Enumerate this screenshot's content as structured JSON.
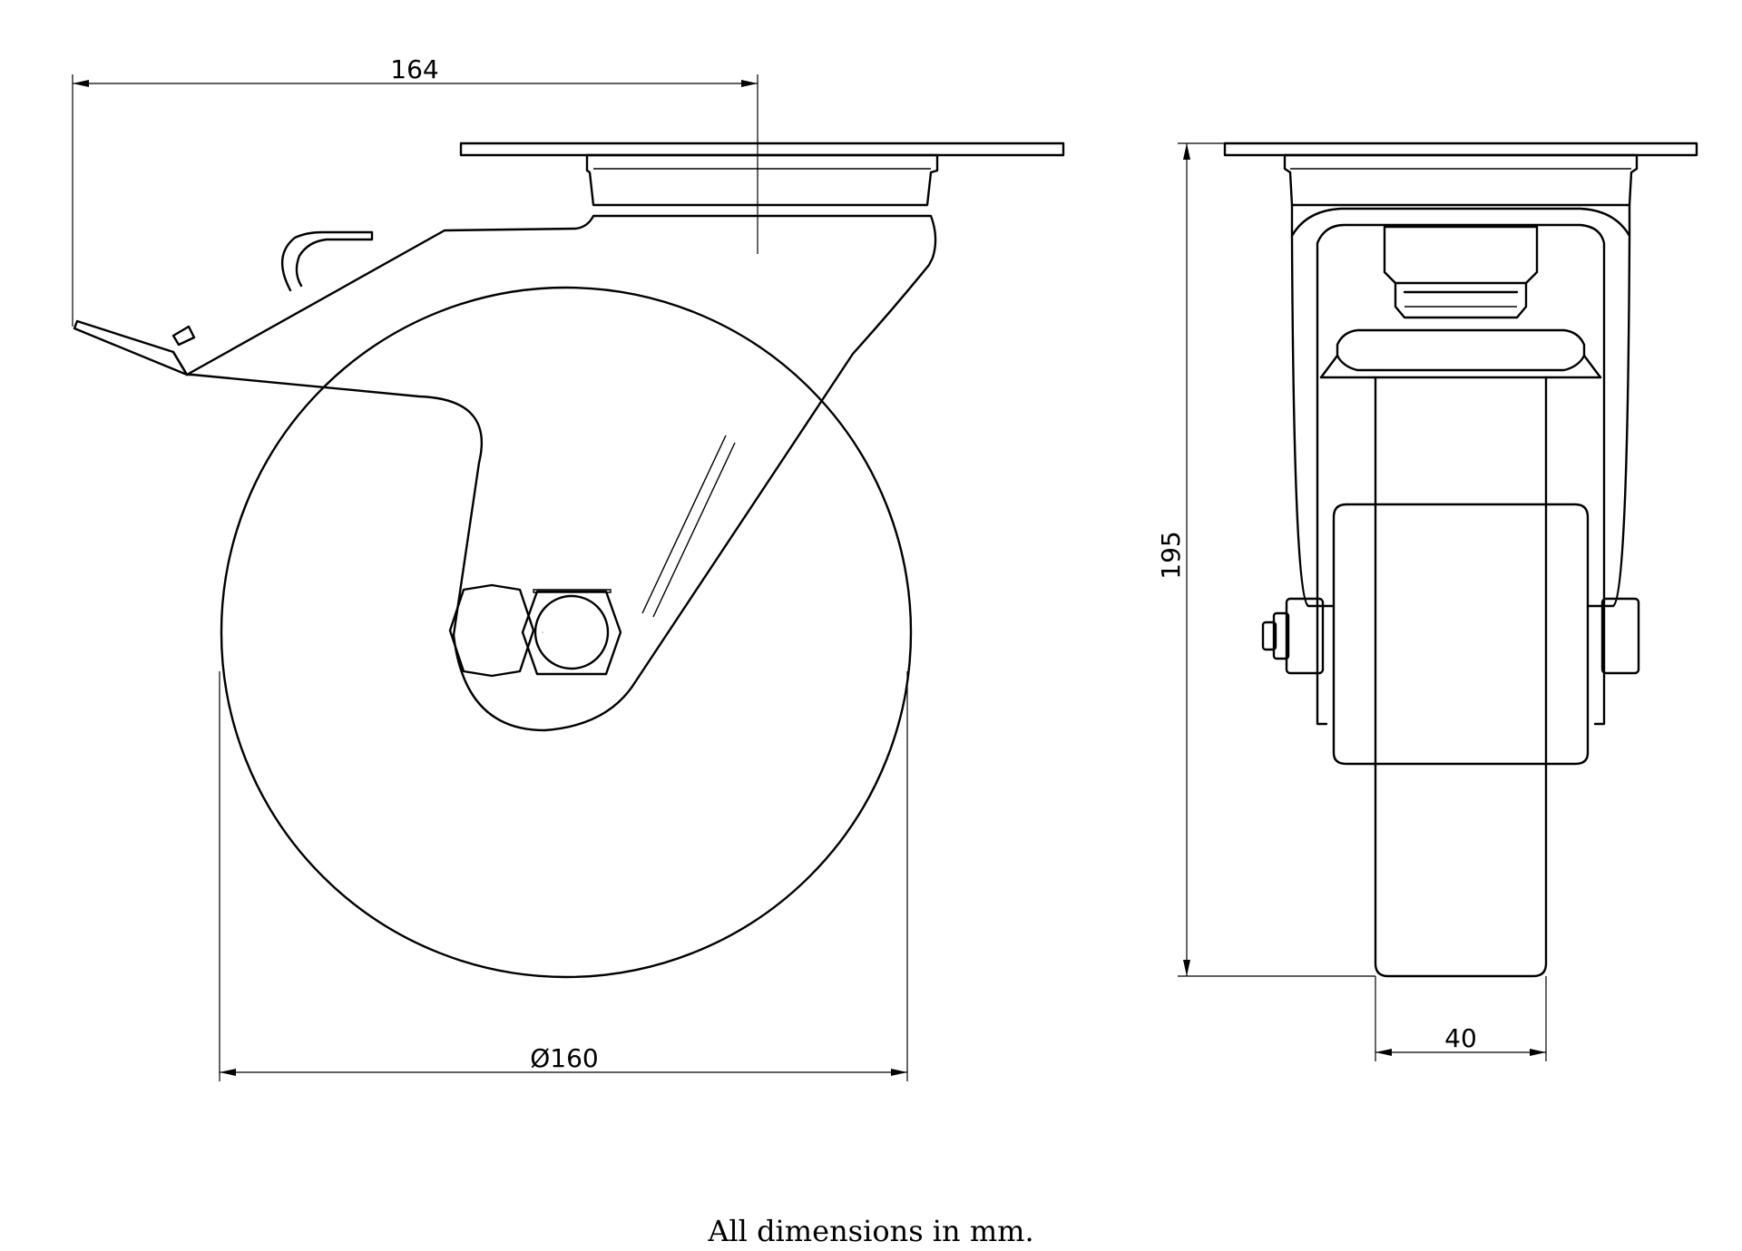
{
  "dimensions": {
    "overall_width": "164",
    "wheel_diameter": "Ø160",
    "overall_height": "195",
    "wheel_width": "40"
  },
  "footnote": "All dimensions in mm."
}
